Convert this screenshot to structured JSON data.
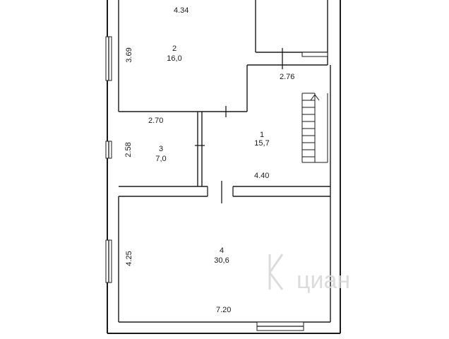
{
  "rooms": [
    {
      "number": "1",
      "area": "15,7"
    },
    {
      "number": "2",
      "area": "16,0"
    },
    {
      "number": "3",
      "area": "7,0"
    },
    {
      "number": "4",
      "area": "30,6"
    }
  ],
  "dimensions": {
    "room2_width": "4.34",
    "room2_height": "3.69",
    "corridor_width": "2.76",
    "room3_width": "2.70",
    "room3_height": "2.58",
    "room1_width": "4.40",
    "room4_height": "4.25",
    "room4_width": "7.20"
  },
  "watermark": {
    "text": "циан",
    "icon": "cian-k-logo-icon"
  }
}
